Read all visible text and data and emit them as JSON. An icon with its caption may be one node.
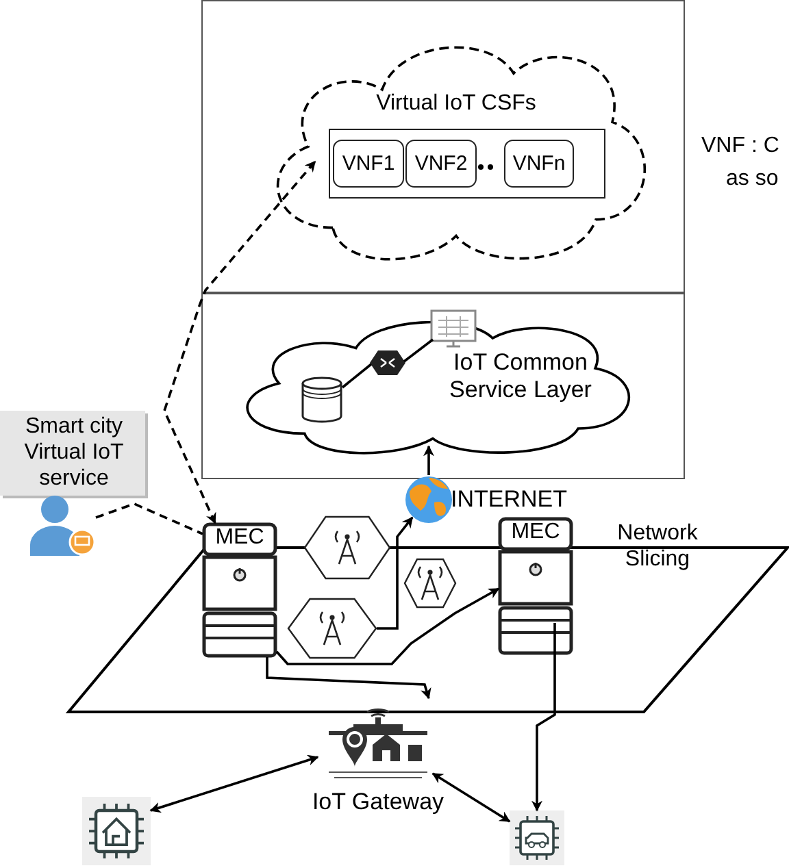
{
  "diagram": {
    "nodes": [
      {
        "text": [],
        "shape": "box",
        "beside": [
          "VNF : C",
          "as so"
        ]
      },
      {
        "text": [
          "Virtual IoT CSFs"
        ],
        "in": 0
      },
      {
        "text": [],
        "shape": "box",
        "in": 1
      },
      {
        "text": [
          "VNF1"
        ],
        "in": 2
      },
      {
        "text": [
          "VNF2"
        ],
        "in": 2
      },
      {
        "text": [
          "VNFn"
        ],
        "in": 2
      },
      {
        "text": [],
        "shape": "box"
      },
      {
        "text": [
          "IoT Common Service Layer"
        ],
        "in": 6
      },
      {
        "text": [],
        "shape": "cylinder",
        "in": 7
      },
      {
        "text": [],
        "shape": "hexagon",
        "in": 7
      },
      {
        "text": [],
        "shape": "picture",
        "in": 7
      },
      {
        "text": [
          "Smart city Virtual IoT service"
        ]
      },
      {
        "text": [],
        "shape": "person"
      },
      {
        "text": [],
        "shape": "circle",
        "beside": [
          "INTERNET"
        ]
      },
      {
        "text": [
          "MEC"
        ]
      },
      {
        "text": [
          "MEC"
        ]
      },
      {
        "text": [],
        "shape": "hexagon"
      },
      {
        "text": [],
        "shape": "hexagon"
      },
      {
        "text": [],
        "shape": "hexagon"
      },
      {
        "text": [
          "IoT Gateway"
        ]
      },
      {
        "text": [],
        "shape": "picture"
      },
      {
        "text": [],
        "shape": "picture"
      }
    ],
    "edges": [
      {
        "from": 14,
        "to": 1,
        "arrow": "both",
        "style": "dashed"
      },
      {
        "from": 12,
        "to": 14,
        "arrow": "none",
        "style": "dashed"
      },
      {
        "from": 8,
        "to": 9,
        "arrow": "none"
      },
      {
        "from": 9,
        "to": 10,
        "arrow": "none"
      },
      {
        "from": 13,
        "to": 7,
        "arrow": "to"
      },
      {
        "from": 17,
        "to": 13,
        "arrow": "to"
      },
      {
        "from": 14,
        "to": 15,
        "arrow": "to"
      },
      {
        "from": 14,
        "to": 19,
        "arrow": "to"
      },
      {
        "from": 15,
        "to": 21,
        "arrow": "to"
      },
      {
        "from": 19,
        "to": 20,
        "arrow": "both"
      },
      {
        "from": 19,
        "to": 21,
        "arrow": "both"
      }
    ],
    "labels": [
      "Network Slicing"
    ]
  }
}
